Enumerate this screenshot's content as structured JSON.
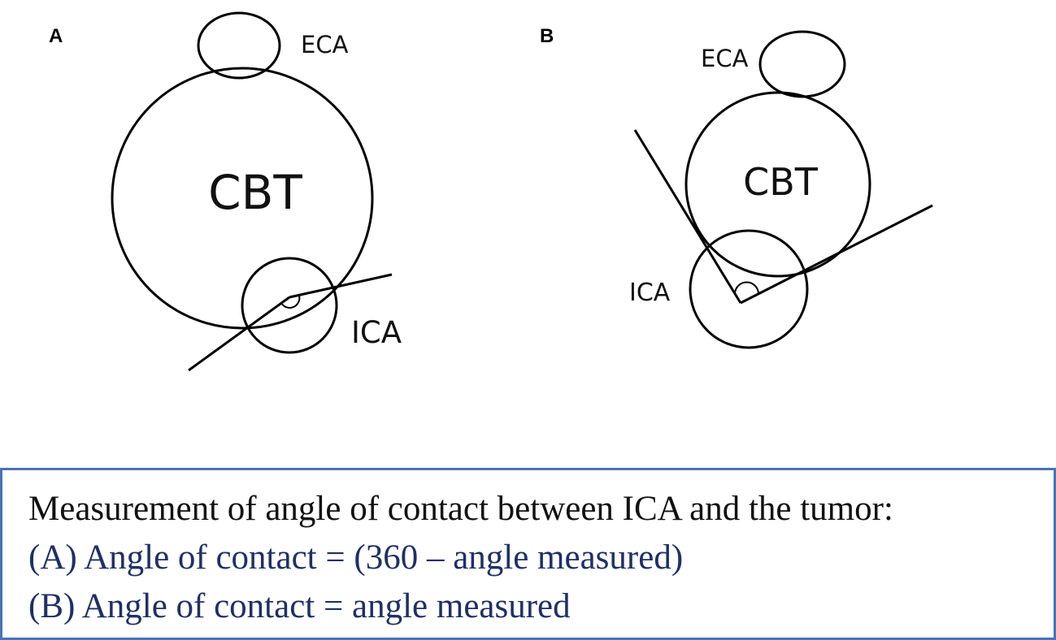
{
  "panels": {
    "a": {
      "letter": "A",
      "tumor_label": "CBT",
      "eca_label": "ECA",
      "ica_label": "ICA"
    },
    "b": {
      "letter": "B",
      "tumor_label": "CBT",
      "eca_label": "ECA",
      "ica_label": "ICA"
    }
  },
  "caption": {
    "line1": "Measurement of angle of contact between ICA and the tumor:",
    "line2": "(A) Angle of contact = (360 – angle measured)",
    "line3": "(B) Angle of contact = angle measured"
  },
  "colors": {
    "stroke": "#000000",
    "caption_border": "#4a72b8",
    "caption_heading": "#111111",
    "caption_items": "#1f2f66"
  }
}
